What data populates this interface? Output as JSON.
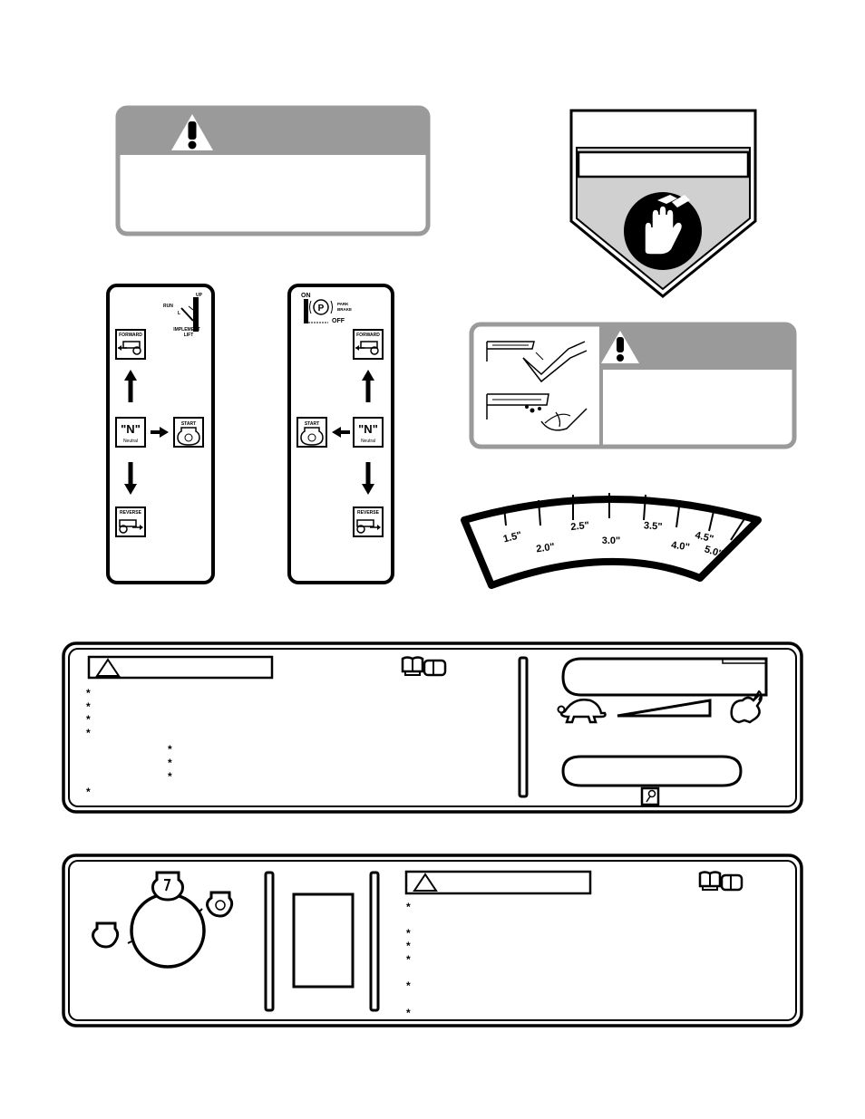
{
  "decals": {
    "pedal_left": {
      "lift_up": "UP",
      "lift_run": "RUN",
      "lift_lower": "L",
      "lift_label_1": "IMPLEMENT",
      "lift_label_2": "LIFT",
      "forward": "FORWARD",
      "neutral_big": "\"N\"",
      "neutral_small": "Neutral",
      "start": "START",
      "reverse": "REVERSE"
    },
    "pedal_right": {
      "on": "ON",
      "off": "OFF",
      "park_symbol": "P",
      "park_label_1": "PARK",
      "park_label_2": "BRAKE",
      "forward": "FORWARD",
      "neutral_big": "\"N\"",
      "neutral_small": "Neutral",
      "start": "START",
      "reverse": "REVERSE"
    },
    "height_gauge": {
      "marks": [
        "1.5\"",
        "2.0\"",
        "2.5\"",
        "3.0\"",
        "3.5\"",
        "4.0\"",
        "4.5\"",
        "5.0\""
      ]
    },
    "colors": {
      "ink": "#000000",
      "panel_gray": "#9a9a9a",
      "shield_gray": "#c4c4c4"
    },
    "icons": [
      "warning-triangle-icon",
      "hand-hazard-icon",
      "manual-book-icon",
      "turtle-icon",
      "rabbit-icon",
      "key-icon",
      "arrow-up-icon",
      "arrow-down-icon",
      "arrow-right-icon",
      "arrow-left-icon",
      "tractor-forward-icon",
      "tractor-reverse-icon",
      "start-key-icon",
      "blade-shear-icon"
    ]
  }
}
